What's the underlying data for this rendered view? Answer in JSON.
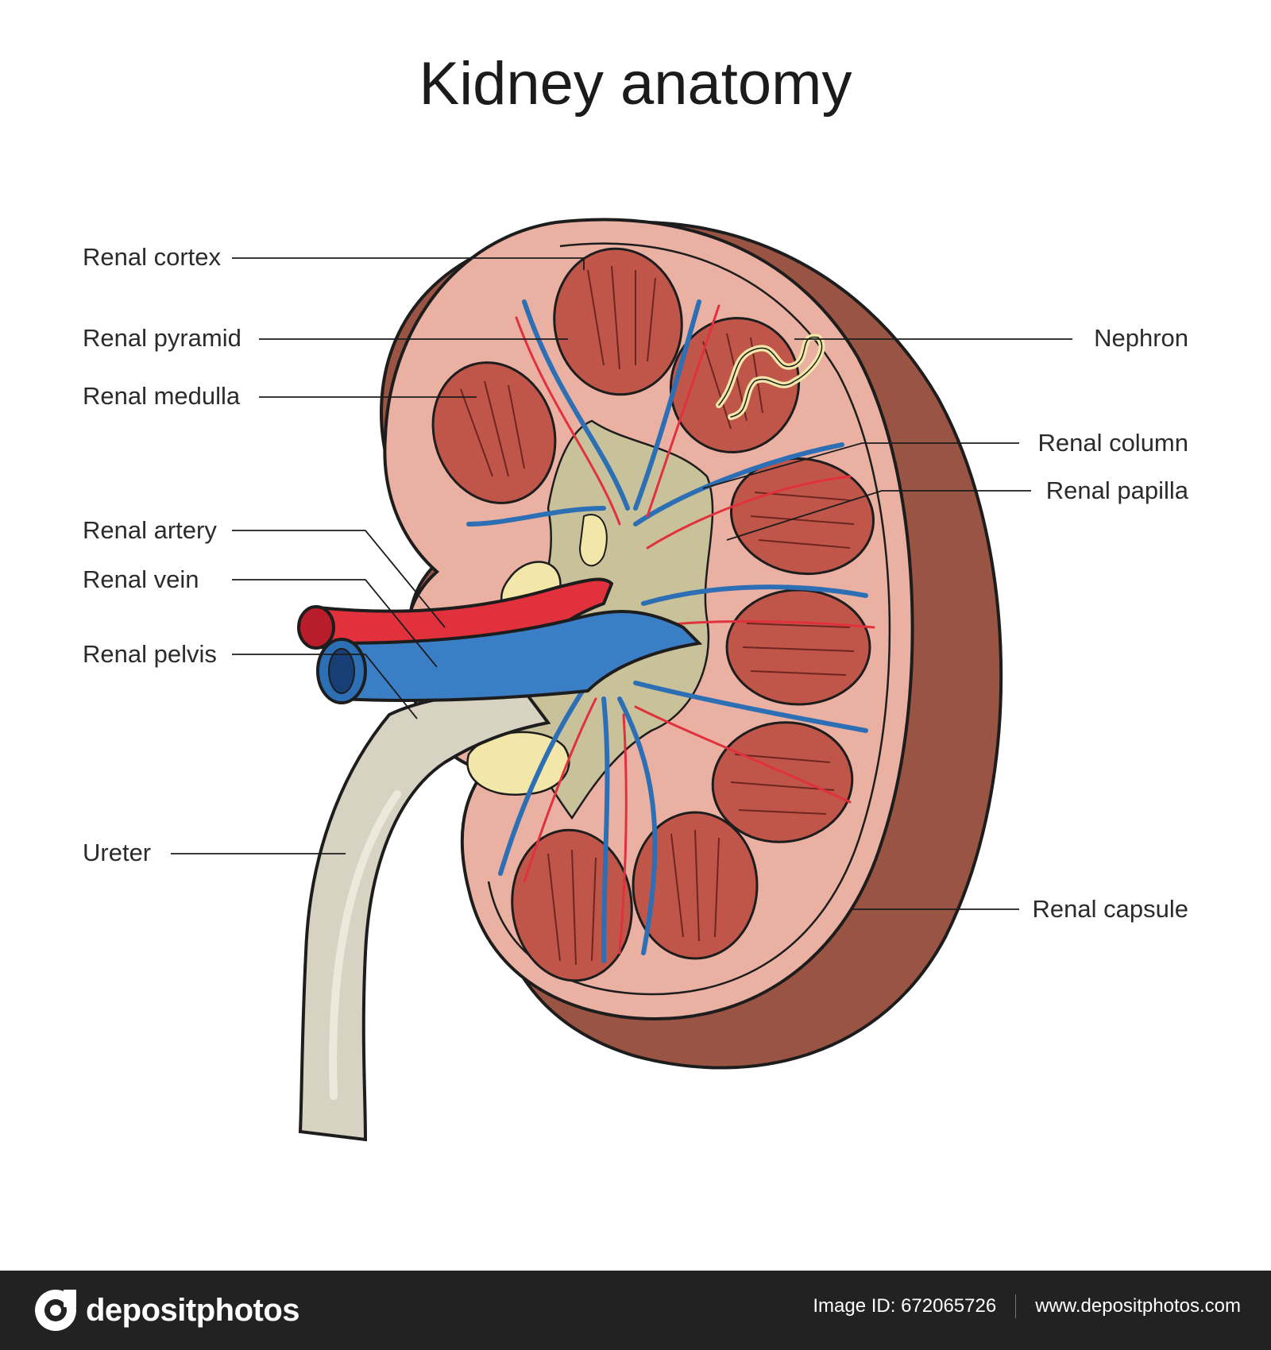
{
  "title": "Kidney anatomy",
  "labels": {
    "renal_cortex": "Renal cortex",
    "renal_pyramid": "Renal pyramid",
    "renal_medulla": "Renal medulla",
    "renal_artery": "Renal artery",
    "renal_vein": "Renal vein",
    "renal_pelvis": "Renal pelvis",
    "ureter": "Ureter",
    "nephron": "Nephron",
    "renal_column": "Renal column",
    "renal_papilla": "Renal papilla",
    "renal_capsule": "Renal capsule"
  },
  "watermark": "depositphotos",
  "footer": {
    "brand": "depositphotos",
    "image_id": "Image ID: 672065726",
    "site": "www.depositphotos.com"
  },
  "colors": {
    "capsule": "#9a5443",
    "cortex": "#eab1a3",
    "pyramid": "#c0564a",
    "artery": "#e0313d",
    "vein": "#2d6fb5",
    "fat": "#f2e6a8",
    "ureter": "#d8d2c2",
    "footer_bg": "#222222"
  }
}
